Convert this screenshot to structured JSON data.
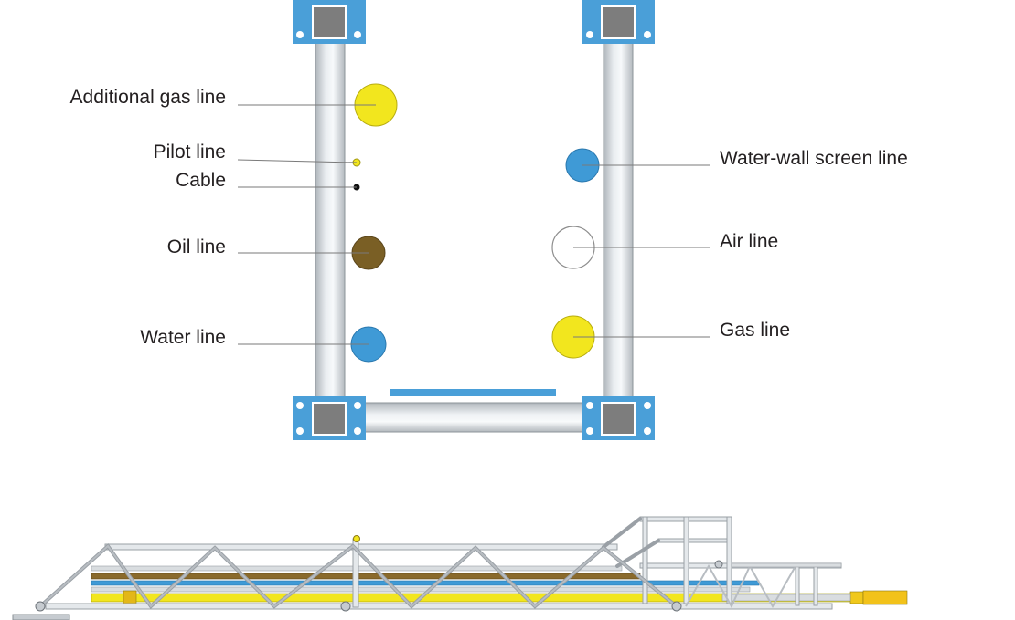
{
  "labels": {
    "additional_gas_line": "Additional gas line",
    "pilot_line": "Pilot line",
    "cable": "Cable",
    "oil_line": "Oil line",
    "water_line": "Water line",
    "water_wall_screen_line": "Water-wall screen line",
    "air_line": "Air line",
    "gas_line": "Gas line"
  },
  "colors": {
    "frame_blue": "#4a9fd8",
    "steel": "#c8cdd2",
    "gas_yellow": "#f2e61e",
    "oil_brown": "#7a5f25",
    "water_blue": "#3f9ad6",
    "cable_black": "#111111",
    "air_white": "#ffffff",
    "pipe_gold": "#e8c830"
  }
}
